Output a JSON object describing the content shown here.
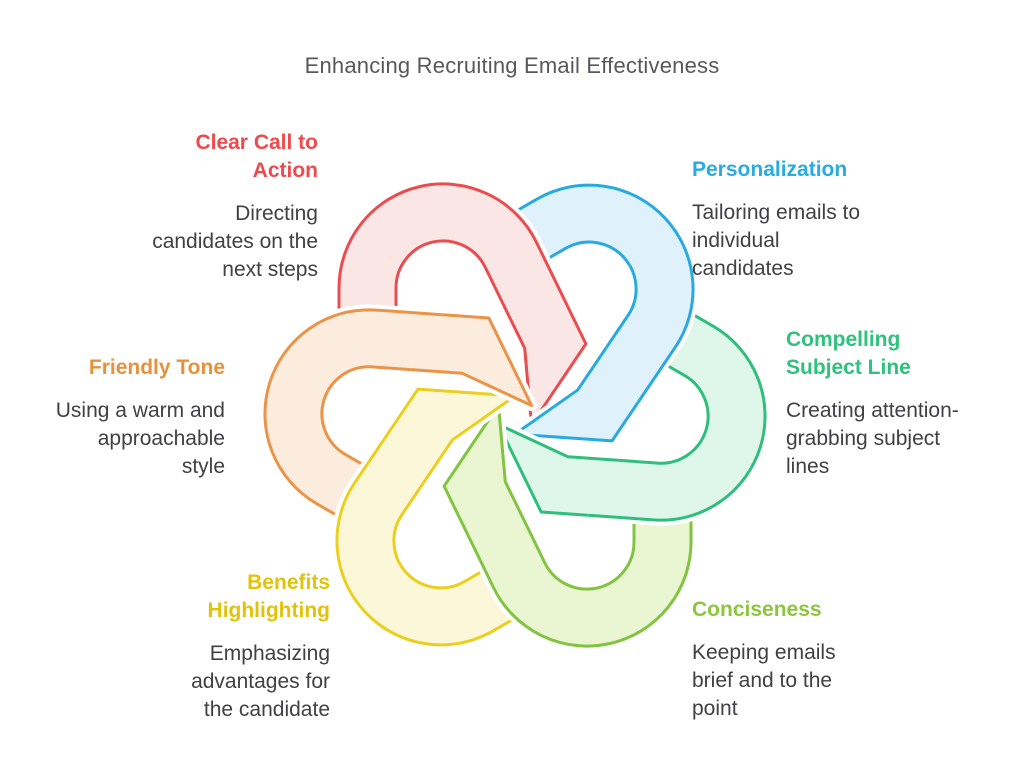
{
  "title": "Enhancing Recruiting Email Effectiveness",
  "colors": {
    "title_text": "#56585B",
    "body_text": "#414042",
    "background": "#FFFFFF"
  },
  "sections": [
    {
      "name": "clear-call-to-action",
      "label": "Clear Call to\nAction",
      "description": "Directing\ncandidates on the\nnext steps",
      "color": "#EE4A4D",
      "stroke": "#EA4D50",
      "fill": "#FBE6E6"
    },
    {
      "name": "personalization",
      "label": "Personalization",
      "description": "Tailoring emails to\nindividual\ncandidates",
      "color": "#29ABE2",
      "stroke": "#29A9E1",
      "fill": "#DFF1FB"
    },
    {
      "name": "compelling-subject-line",
      "label": "Compelling\nSubject Line",
      "description": "Creating attention-\ngrabbing subject\nlines",
      "color": "#2EC27D",
      "stroke": "#2FBE7C",
      "fill": "#DFF6EA"
    },
    {
      "name": "conciseness",
      "label": "Conciseness",
      "description": "Keeping emails\nbrief and to the\npoint",
      "color": "#8CC63F",
      "stroke": "#82C341",
      "fill": "#E9F6D1"
    },
    {
      "name": "benefits-highlighting",
      "label": "Benefits\nHighlighting",
      "description": "Emphasizing\nadvantages for\nthe candidate",
      "color": "#E2C30B",
      "stroke": "#EACF1E",
      "fill": "#FCF7D8"
    },
    {
      "name": "friendly-tone",
      "label": "Friendly Tone",
      "description": "Using a warm and\napproachable\nstyle",
      "color": "#E8913C",
      "stroke": "#EB9447",
      "fill": "#FBECDE"
    }
  ]
}
